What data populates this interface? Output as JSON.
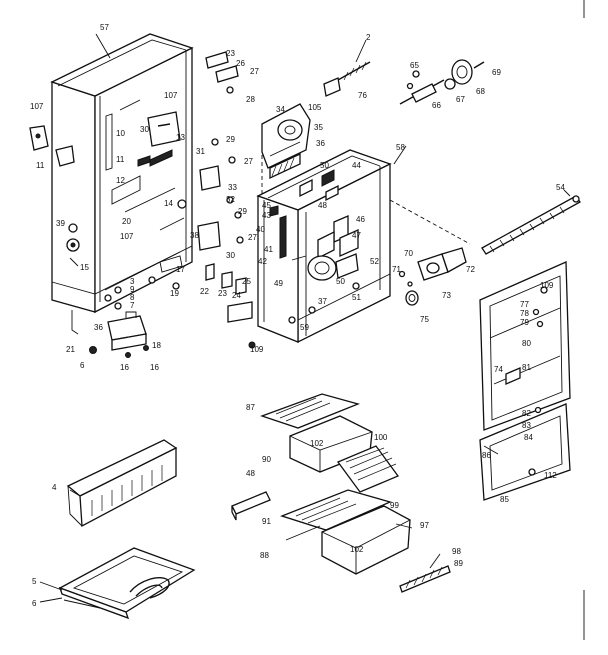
{
  "callouts": [
    {
      "id": "c57",
      "text": "57"
    },
    {
      "id": "c107a",
      "text": "107"
    },
    {
      "id": "c10a",
      "text": "10"
    },
    {
      "id": "c11a",
      "text": "11"
    },
    {
      "id": "c107b",
      "text": "107"
    },
    {
      "id": "c30",
      "text": "30"
    },
    {
      "id": "c13",
      "text": "13"
    },
    {
      "id": "c11b",
      "text": "11"
    },
    {
      "id": "c12",
      "text": "12"
    },
    {
      "id": "c20",
      "text": "20"
    },
    {
      "id": "c107c",
      "text": "107"
    },
    {
      "id": "c39",
      "text": "39"
    },
    {
      "id": "c15",
      "text": "15"
    },
    {
      "id": "c3",
      "text": "3"
    },
    {
      "id": "c9",
      "text": "9"
    },
    {
      "id": "c8",
      "text": "8"
    },
    {
      "id": "c7",
      "text": "7"
    },
    {
      "id": "c21",
      "text": "21"
    },
    {
      "id": "c36",
      "text": "36"
    },
    {
      "id": "c6",
      "text": "6"
    },
    {
      "id": "c16a",
      "text": "16"
    },
    {
      "id": "c18",
      "text": "18"
    },
    {
      "id": "c16b",
      "text": "16"
    },
    {
      "id": "c23",
      "text": "23"
    },
    {
      "id": "c26",
      "text": "26"
    },
    {
      "id": "c27a",
      "text": "27"
    },
    {
      "id": "c28",
      "text": "28"
    },
    {
      "id": "c2",
      "text": "2"
    },
    {
      "id": "c76",
      "text": "76"
    },
    {
      "id": "c65",
      "text": "65"
    },
    {
      "id": "c69",
      "text": "69"
    },
    {
      "id": "c68",
      "text": "68"
    },
    {
      "id": "c67",
      "text": "67"
    },
    {
      "id": "c66",
      "text": "66"
    },
    {
      "id": "c34",
      "text": "34"
    },
    {
      "id": "c105",
      "text": "105"
    },
    {
      "id": "c35",
      "text": "35"
    },
    {
      "id": "c29a",
      "text": "29"
    },
    {
      "id": "c31",
      "text": "31"
    },
    {
      "id": "c27b",
      "text": "27"
    },
    {
      "id": "c33",
      "text": "33"
    },
    {
      "id": "c32",
      "text": "32"
    },
    {
      "id": "c29b",
      "text": "29"
    },
    {
      "id": "c14",
      "text": "14"
    },
    {
      "id": "c38",
      "text": "38"
    },
    {
      "id": "c27c",
      "text": "27"
    },
    {
      "id": "c30b",
      "text": "30"
    },
    {
      "id": "c17",
      "text": "17"
    },
    {
      "id": "c19",
      "text": "19"
    },
    {
      "id": "c22",
      "text": "22"
    },
    {
      "id": "c23b",
      "text": "23"
    },
    {
      "id": "c24",
      "text": "24"
    },
    {
      "id": "c25",
      "text": "25"
    },
    {
      "id": "c58",
      "text": "58"
    },
    {
      "id": "c36b",
      "text": "36"
    },
    {
      "id": "c50a",
      "text": "50"
    },
    {
      "id": "c44",
      "text": "44"
    },
    {
      "id": "c45",
      "text": "45"
    },
    {
      "id": "c43",
      "text": "43"
    },
    {
      "id": "c40",
      "text": "40"
    },
    {
      "id": "c41",
      "text": "41"
    },
    {
      "id": "c42",
      "text": "42"
    },
    {
      "id": "c48",
      "text": "48"
    },
    {
      "id": "c46",
      "text": "46"
    },
    {
      "id": "c47",
      "text": "47"
    },
    {
      "id": "c52",
      "text": "52"
    },
    {
      "id": "c50b",
      "text": "50"
    },
    {
      "id": "c37",
      "text": "37"
    },
    {
      "id": "c49",
      "text": "49"
    },
    {
      "id": "c59",
      "text": "59"
    },
    {
      "id": "c51",
      "text": "51"
    },
    {
      "id": "c109a",
      "text": "109"
    },
    {
      "id": "c54",
      "text": "54"
    },
    {
      "id": "c70",
      "text": "70"
    },
    {
      "id": "c71",
      "text": "71"
    },
    {
      "id": "c72",
      "text": "72"
    },
    {
      "id": "c73",
      "text": "73"
    },
    {
      "id": "c75",
      "text": "75"
    },
    {
      "id": "c109b",
      "text": "109"
    },
    {
      "id": "c77",
      "text": "77"
    },
    {
      "id": "c78",
      "text": "78"
    },
    {
      "id": "c79",
      "text": "79"
    },
    {
      "id": "c80",
      "text": "80"
    },
    {
      "id": "c81",
      "text": "81"
    },
    {
      "id": "c74",
      "text": "74"
    },
    {
      "id": "c82",
      "text": "82"
    },
    {
      "id": "c83",
      "text": "83"
    },
    {
      "id": "c84",
      "text": "84"
    },
    {
      "id": "c86",
      "text": "86"
    },
    {
      "id": "c112",
      "text": "112"
    },
    {
      "id": "c85",
      "text": "85"
    },
    {
      "id": "c87",
      "text": "87"
    },
    {
      "id": "c102a",
      "text": "102"
    },
    {
      "id": "c100",
      "text": "100"
    },
    {
      "id": "c90",
      "text": "90"
    },
    {
      "id": "c99",
      "text": "99"
    },
    {
      "id": "c48b",
      "text": "48"
    },
    {
      "id": "c97",
      "text": "97"
    },
    {
      "id": "c91",
      "text": "91"
    },
    {
      "id": "c88",
      "text": "88"
    },
    {
      "id": "c102b",
      "text": "102"
    },
    {
      "id": "c98",
      "text": "98"
    },
    {
      "id": "c89",
      "text": "89"
    },
    {
      "id": "c4",
      "text": "4"
    },
    {
      "id": "c5",
      "text": "5"
    },
    {
      "id": "c6b",
      "text": "6"
    }
  ]
}
